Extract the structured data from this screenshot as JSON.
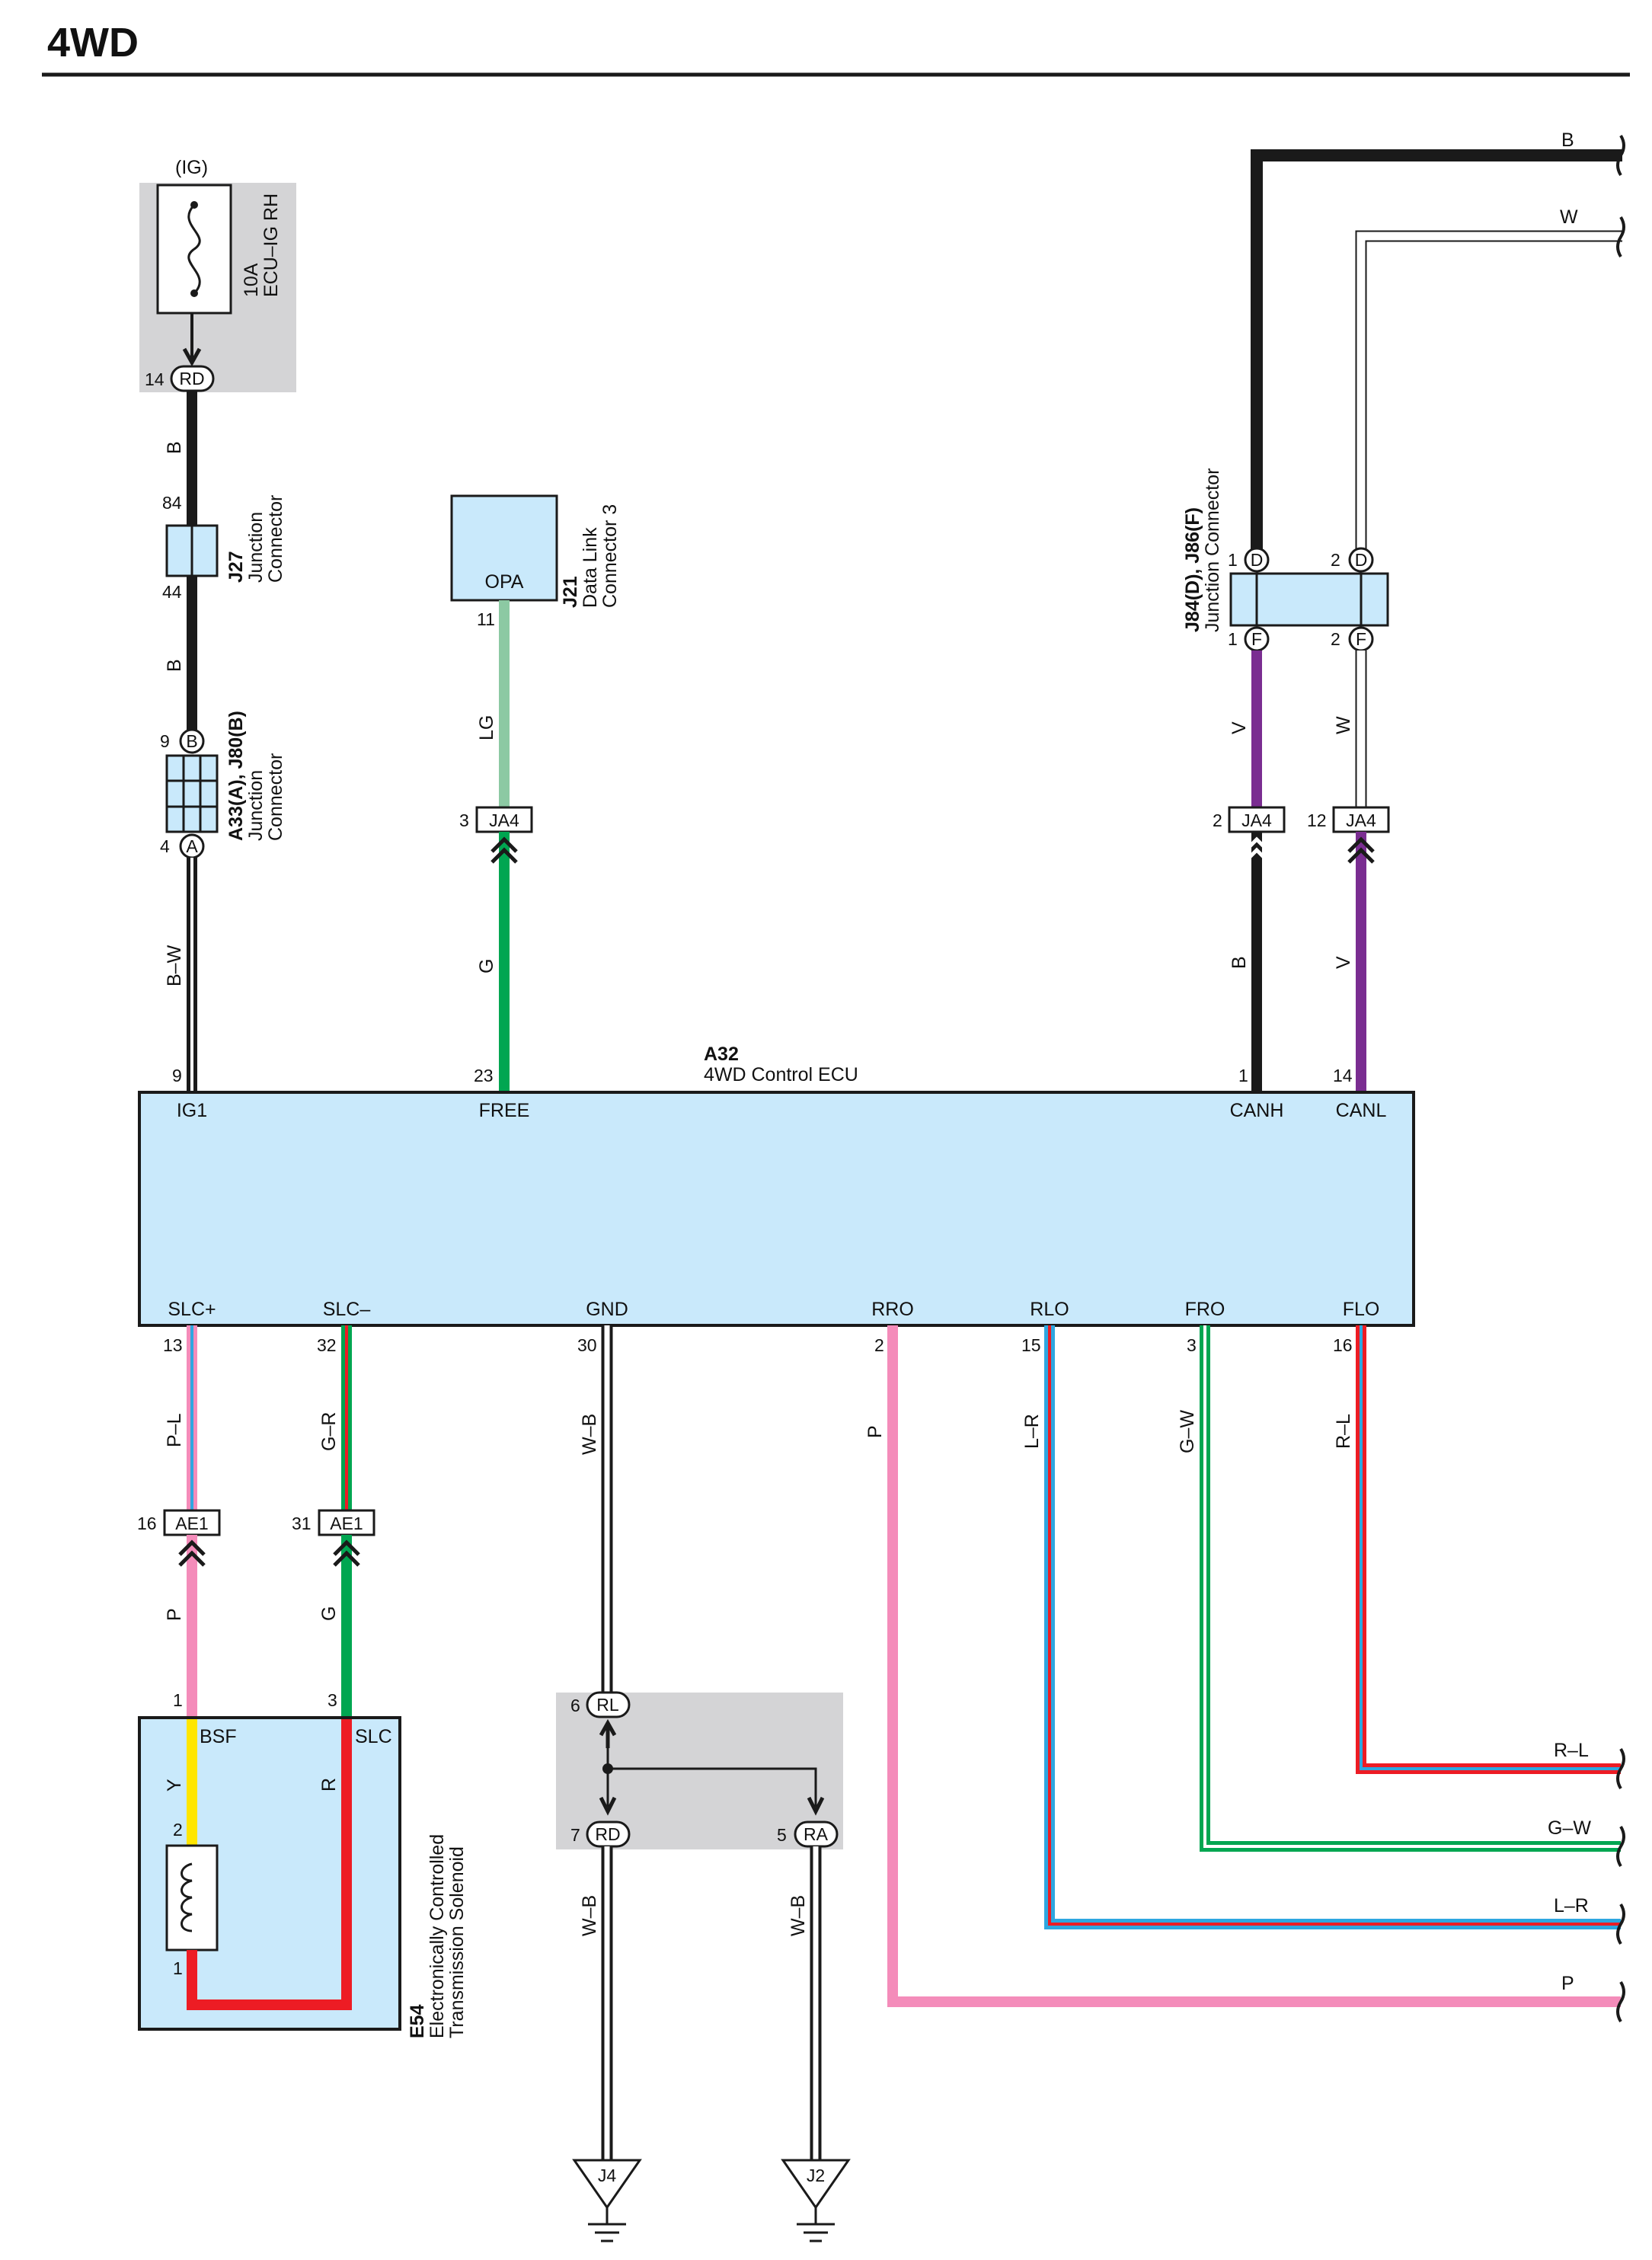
{
  "title": "4WD",
  "colors": {
    "black": "#1a1a1a",
    "white": "#ffffff",
    "grey_panel": "#d4d4d6",
    "component_fill": "#c9e9fb",
    "green": "#00a651",
    "light_green": "#8cc9a3",
    "violet": "#7a2d91",
    "pink": "#f48cba",
    "blue": "#2ea7e0",
    "red": "#ed1c24",
    "yellow": "#ffe600"
  },
  "fuse": {
    "supply": "(IG)",
    "rating": "10A",
    "name": "ECU–IG RH",
    "icon": "fuse-icon"
  },
  "relay_block_top": {
    "pin": "14",
    "label": "RD"
  },
  "connectors": {
    "j27": {
      "id": "J27",
      "line1": "Junction",
      "line2": "Connector",
      "pin_top": "84",
      "pin_bottom": "44"
    },
    "a33": {
      "id": "A33(A), J80(B)",
      "line1": "Junction",
      "line2": "Connector",
      "pin_top": "9",
      "label_top": "B",
      "pin_bottom": "4",
      "label_bottom": "A"
    },
    "j21": {
      "id": "J21",
      "line1": "Data Link",
      "line2": "Connector 3",
      "terminal": "OPA",
      "pin": "11"
    },
    "j84": {
      "id": "J84(D), J86(F)",
      "line1": "Junction Connector",
      "pin_d1": "1",
      "pin_d2": "2",
      "label_d": "D",
      "pin_f1": "1",
      "pin_f2": "2",
      "label_f": "F"
    },
    "ja4_free": {
      "pin": "3",
      "label": "JA4"
    },
    "ja4_canh": {
      "pin": "2",
      "label": "JA4"
    },
    "ja4_canl": {
      "pin": "12",
      "label": "JA4"
    },
    "ae1_p": {
      "pin": "16",
      "label": "AE1"
    },
    "ae1_g": {
      "pin": "31",
      "label": "AE1"
    }
  },
  "ecu": {
    "id": "A32",
    "name": "4WD Control ECU",
    "top_pins": [
      {
        "pin": "9",
        "name": "IG1"
      },
      {
        "pin": "23",
        "name": "FREE"
      },
      {
        "pin": "1",
        "name": "CANH"
      },
      {
        "pin": "14",
        "name": "CANL"
      }
    ],
    "bottom_pins": [
      {
        "pin": "13",
        "name": "SLC+",
        "wire": "P–L"
      },
      {
        "pin": "32",
        "name": "SLC–",
        "wire": "G–R"
      },
      {
        "pin": "30",
        "name": "GND",
        "wire": "W–B"
      },
      {
        "pin": "2",
        "name": "RRO",
        "wire": "P"
      },
      {
        "pin": "15",
        "name": "RLO",
        "wire": "L–R"
      },
      {
        "pin": "3",
        "name": "FRO",
        "wire": "G–W"
      },
      {
        "pin": "16",
        "name": "FLO",
        "wire": "R–L"
      }
    ]
  },
  "wires": {
    "fuse_to_j27": "B",
    "j27_to_a33": "B",
    "a33_to_ecu": "B–W",
    "j21_to_ja4": "LG",
    "ja4_to_free": "G",
    "top_b": "B",
    "top_w": "W",
    "j84_to_ja4_canh": "V",
    "j84_to_ja4_canl": "W",
    "ja4_to_canh": "B",
    "ja4_to_canl": "V",
    "ae1_to_bsf": "P",
    "ae1_to_slc": "G",
    "solenoid_y": "Y",
    "solenoid_r": "R",
    "ground_left": "W–B",
    "ground_right": "W–B",
    "out_rl": "R–L",
    "out_gw": "G–W",
    "out_lr": "L–R",
    "out_p": "P"
  },
  "solenoid": {
    "id": "E54",
    "line1": "Electronically Controlled",
    "line2": "Transmission Solenoid",
    "terminal_left": "BSF",
    "terminal_right": "SLC",
    "pin_bsf": "1",
    "pin_slc": "3",
    "pin_coil_top": "2",
    "pin_coil_bottom": "1",
    "icon": "coil-icon"
  },
  "ground_block": {
    "top": {
      "pin": "6",
      "label": "RL"
    },
    "left": {
      "pin": "7",
      "label": "RD"
    },
    "right": {
      "pin": "5",
      "label": "RA"
    }
  },
  "grounds": [
    {
      "label": "J4"
    },
    {
      "label": "J2"
    }
  ]
}
